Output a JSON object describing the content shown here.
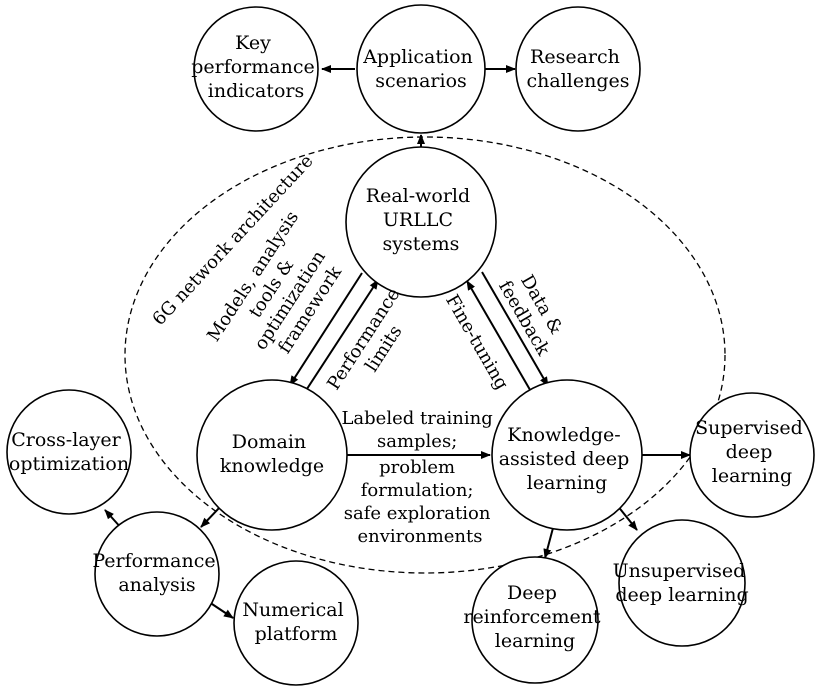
{
  "nodes": {
    "kpi": [
      "Key",
      "performance",
      "indicators"
    ],
    "application": [
      "Application",
      "scenarios"
    ],
    "research": [
      "Research",
      "challenges"
    ],
    "realworld": [
      "Real-world",
      "URLLC",
      "systems"
    ],
    "domain": [
      "Domain",
      "knowledge"
    ],
    "kadl": [
      "Knowledge-",
      "assisted deep",
      "learning"
    ],
    "supervised": [
      "Supervised",
      "deep",
      "learning"
    ],
    "unsupervised": [
      "Unsupervised",
      "deep learning"
    ],
    "drl": [
      "Deep",
      "reinforcement",
      "learning"
    ],
    "crosslayer": [
      "Cross-layer",
      "optimization"
    ],
    "perfanalysis": [
      "Performance",
      "analysis"
    ],
    "numerical": [
      "Numerical",
      "platform"
    ]
  },
  "edge_labels": {
    "architecture": "6G network architecture",
    "models": [
      "Models, analysis",
      "tools &",
      "optimization",
      "framework"
    ],
    "perf_limits": [
      "Performance",
      "limits"
    ],
    "data_feedback": [
      "Data &",
      "feedback"
    ],
    "fine_tuning": "Fine-tuning",
    "labeled": [
      "Labeled training",
      "samples;",
      "problem",
      "formulation;",
      "safe exploration",
      "environments"
    ]
  }
}
